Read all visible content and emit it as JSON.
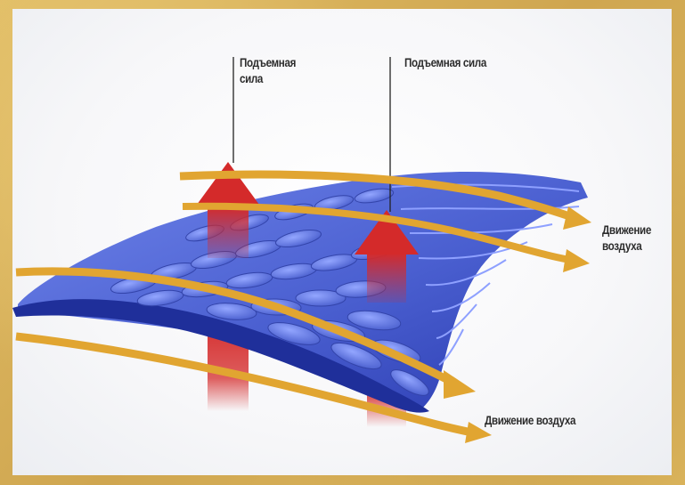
{
  "labels": {
    "lift_left": [
      "Подъемная",
      "сила"
    ],
    "lift_right": "Подъемная сила",
    "air_right": [
      "Движение",
      "воздуха"
    ],
    "air_bottom": "Движение воздуха"
  },
  "colors": {
    "frame": "#d9b45a",
    "lift_arrow": "#d42a2a",
    "air_arrow": "#e1a531",
    "wing": "#4a5fd0",
    "wing_dark": "#1f2f9a",
    "feather": "#7a8ef0",
    "text": "#2c2c2c"
  }
}
